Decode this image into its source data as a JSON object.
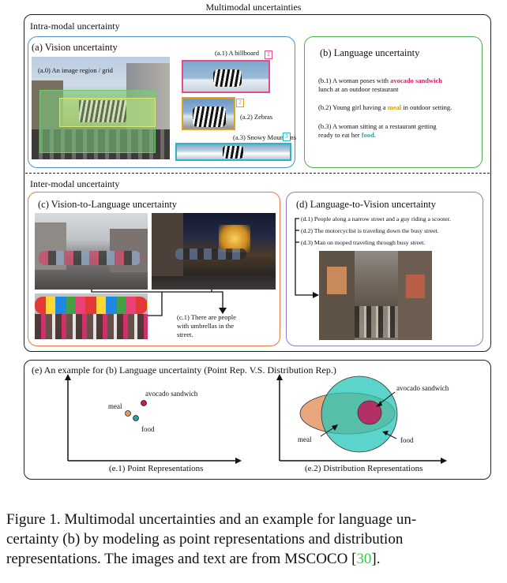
{
  "figure": {
    "main_title": "Multimodal uncertainties",
    "intra_title": "Intra-modal uncertainty",
    "inter_title": "Inter-modal uncertainty",
    "vision": {
      "title": "(a) Vision uncertainty",
      "grid_label": "(a.0) An image region / grid",
      "billboard": "(a.1) A billboard",
      "zebras": "(a.2) Zebras",
      "mountains": "(a.3) Snowy Mountains",
      "tag1": "1",
      "tag2": "2",
      "tag3": "3"
    },
    "language": {
      "title": "(b) Language uncertainty",
      "b1_prefix": "(b.1) A woman poses with ",
      "b1_highlight": "avocado sandwich",
      "b1_suffix": "lunch at an outdoor restaurant",
      "b2_prefix": "(b.2) Young girl having a ",
      "b2_highlight": "meal",
      "b2_suffix": " in outdoor setting.",
      "b3_line1": "(b.3) A woman sitting at a restaurant getting",
      "b3_prefix": "ready to eat her ",
      "b3_highlight": "food."
    },
    "v2l": {
      "title": "(c) Vision-to-Language uncertainty",
      "c1_line1": "(c.1) There are people",
      "c1_line2": "with umbrellas in the",
      "c1_line3": "street."
    },
    "l2v": {
      "title": "(d) Language-to-Vision uncertainty",
      "d1": "(d.1) People along a narrow street and a guy riding a scooter.",
      "d2": "(d.2) The motorcyclist is traveling down the busy street.",
      "d3": "(d.3) Man on moped traveling through busy street."
    },
    "example": {
      "title": "(e) An example for (b) Language uncertainty (Point Rep. V.S. Distribution Rep.)",
      "point_caption": "(e.1) Point Representations",
      "dist_caption": "(e.2) Distribution Representations",
      "label_avocado": "avocado sandwich",
      "label_meal": "meal",
      "label_food": "food"
    },
    "colors": {
      "vision": "#4a90c8",
      "language": "#4caf50",
      "v2l": "#e07b39",
      "l2v": "#8e7cc3",
      "avocado": "#c2185b",
      "meal": "#e59866",
      "food": "#26a69a"
    }
  },
  "caption": {
    "line1": "Figure 1. Multimodal uncertainties and an example for language un-",
    "line2": "certainty (b) by modeling as point representations and distribution",
    "line3_prefix": "representations. The images and text are from MSCOCO [",
    "line3_cite": "30",
    "line3_suffix": "]."
  }
}
